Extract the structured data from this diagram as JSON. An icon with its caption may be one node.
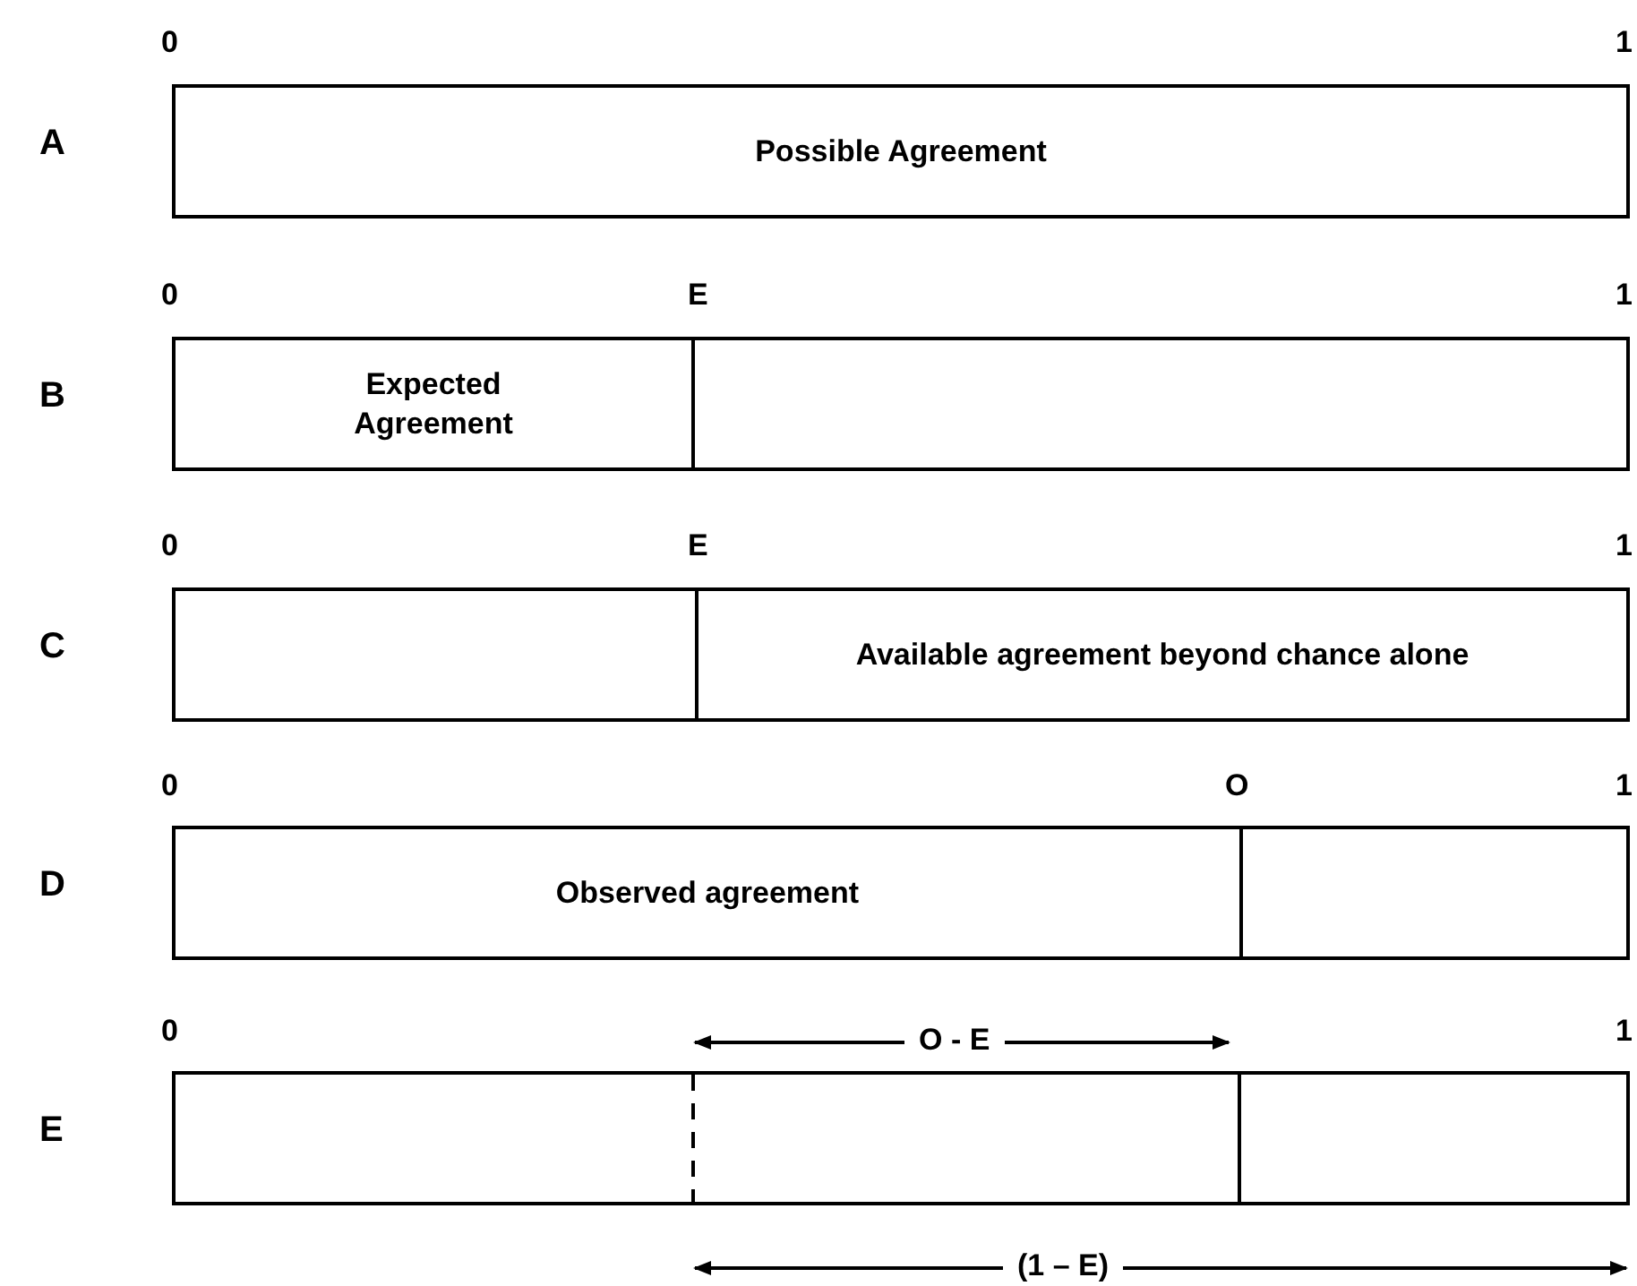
{
  "diagram": {
    "nodes": [
      {
        "text": [
          "Possible Agreement"
        ]
      },
      {
        "text": [],
        "shape": "bar"
      },
      {
        "text": [
          "Expected Agreement"
        ],
        "in": 1
      },
      {
        "text": [],
        "shape": "bar"
      },
      {
        "text": [
          "Available agreement beyond chance alone"
        ],
        "in": 3
      },
      {
        "text": [],
        "shape": "bar"
      },
      {
        "text": [
          "Observed agreement"
        ],
        "in": 5
      },
      {
        "text": [],
        "shape": "bar"
      }
    ],
    "labels": [
      "0",
      "1",
      "A",
      "0",
      "E",
      "1",
      "B",
      "0",
      "E",
      "1",
      "C",
      "0",
      "O",
      "1",
      "D",
      "0",
      "O - E",
      "1",
      "E",
      "(1 – E)"
    ]
  }
}
